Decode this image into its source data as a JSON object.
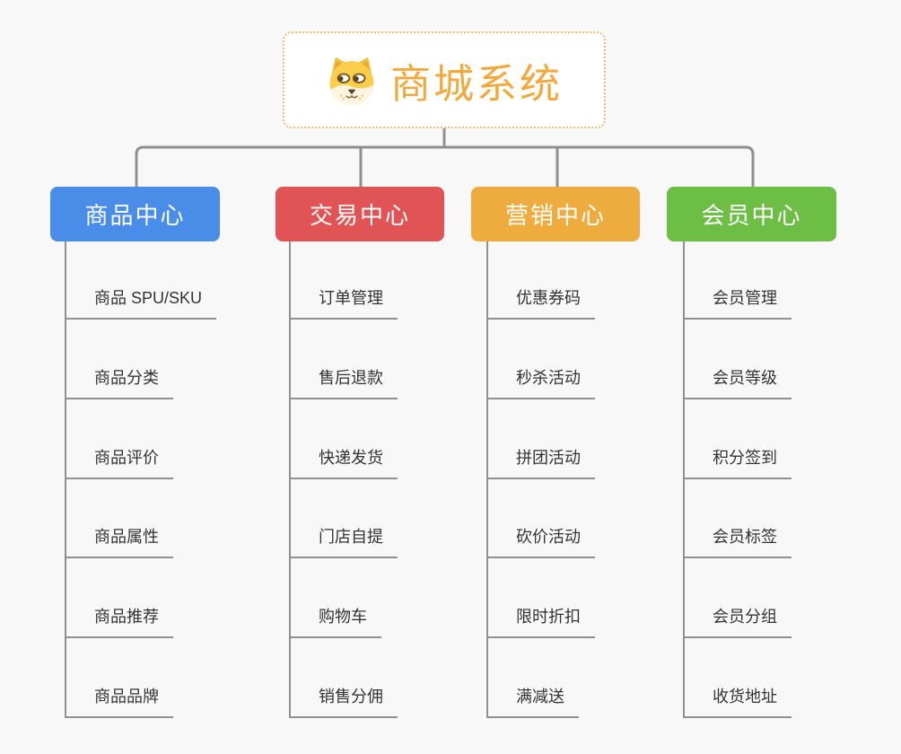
{
  "root": {
    "label": "商城系统",
    "icon": "shiba-dog",
    "text_color": "#F2A93B",
    "border_color": "#F2BD6A",
    "background": "#FFFFFF"
  },
  "branches": [
    {
      "label": "商品中心",
      "color": "#4A8DE9",
      "items": [
        "商品 SPU/SKU",
        "商品分类",
        "商品评价",
        "商品属性",
        "商品推荐",
        "商品品牌"
      ]
    },
    {
      "label": "交易中心",
      "color": "#E05456",
      "items": [
        "订单管理",
        "售后退款",
        "快递发货",
        "门店自提",
        "购物车",
        "销售分佣"
      ]
    },
    {
      "label": "营销中心",
      "color": "#EFAC3E",
      "items": [
        "优惠券码",
        "秒杀活动",
        "拼团活动",
        "砍价活动",
        "限时折扣",
        "满减送"
      ]
    },
    {
      "label": "会员中心",
      "color": "#6DBE45",
      "items": [
        "会员管理",
        "会员等级",
        "积分签到",
        "会员标签",
        "会员分组",
        "收货地址"
      ]
    }
  ],
  "lines": {
    "connector_color": "#8F8F8F",
    "leaf_line_color": "#909090"
  },
  "page_background": "#F8F8F8"
}
